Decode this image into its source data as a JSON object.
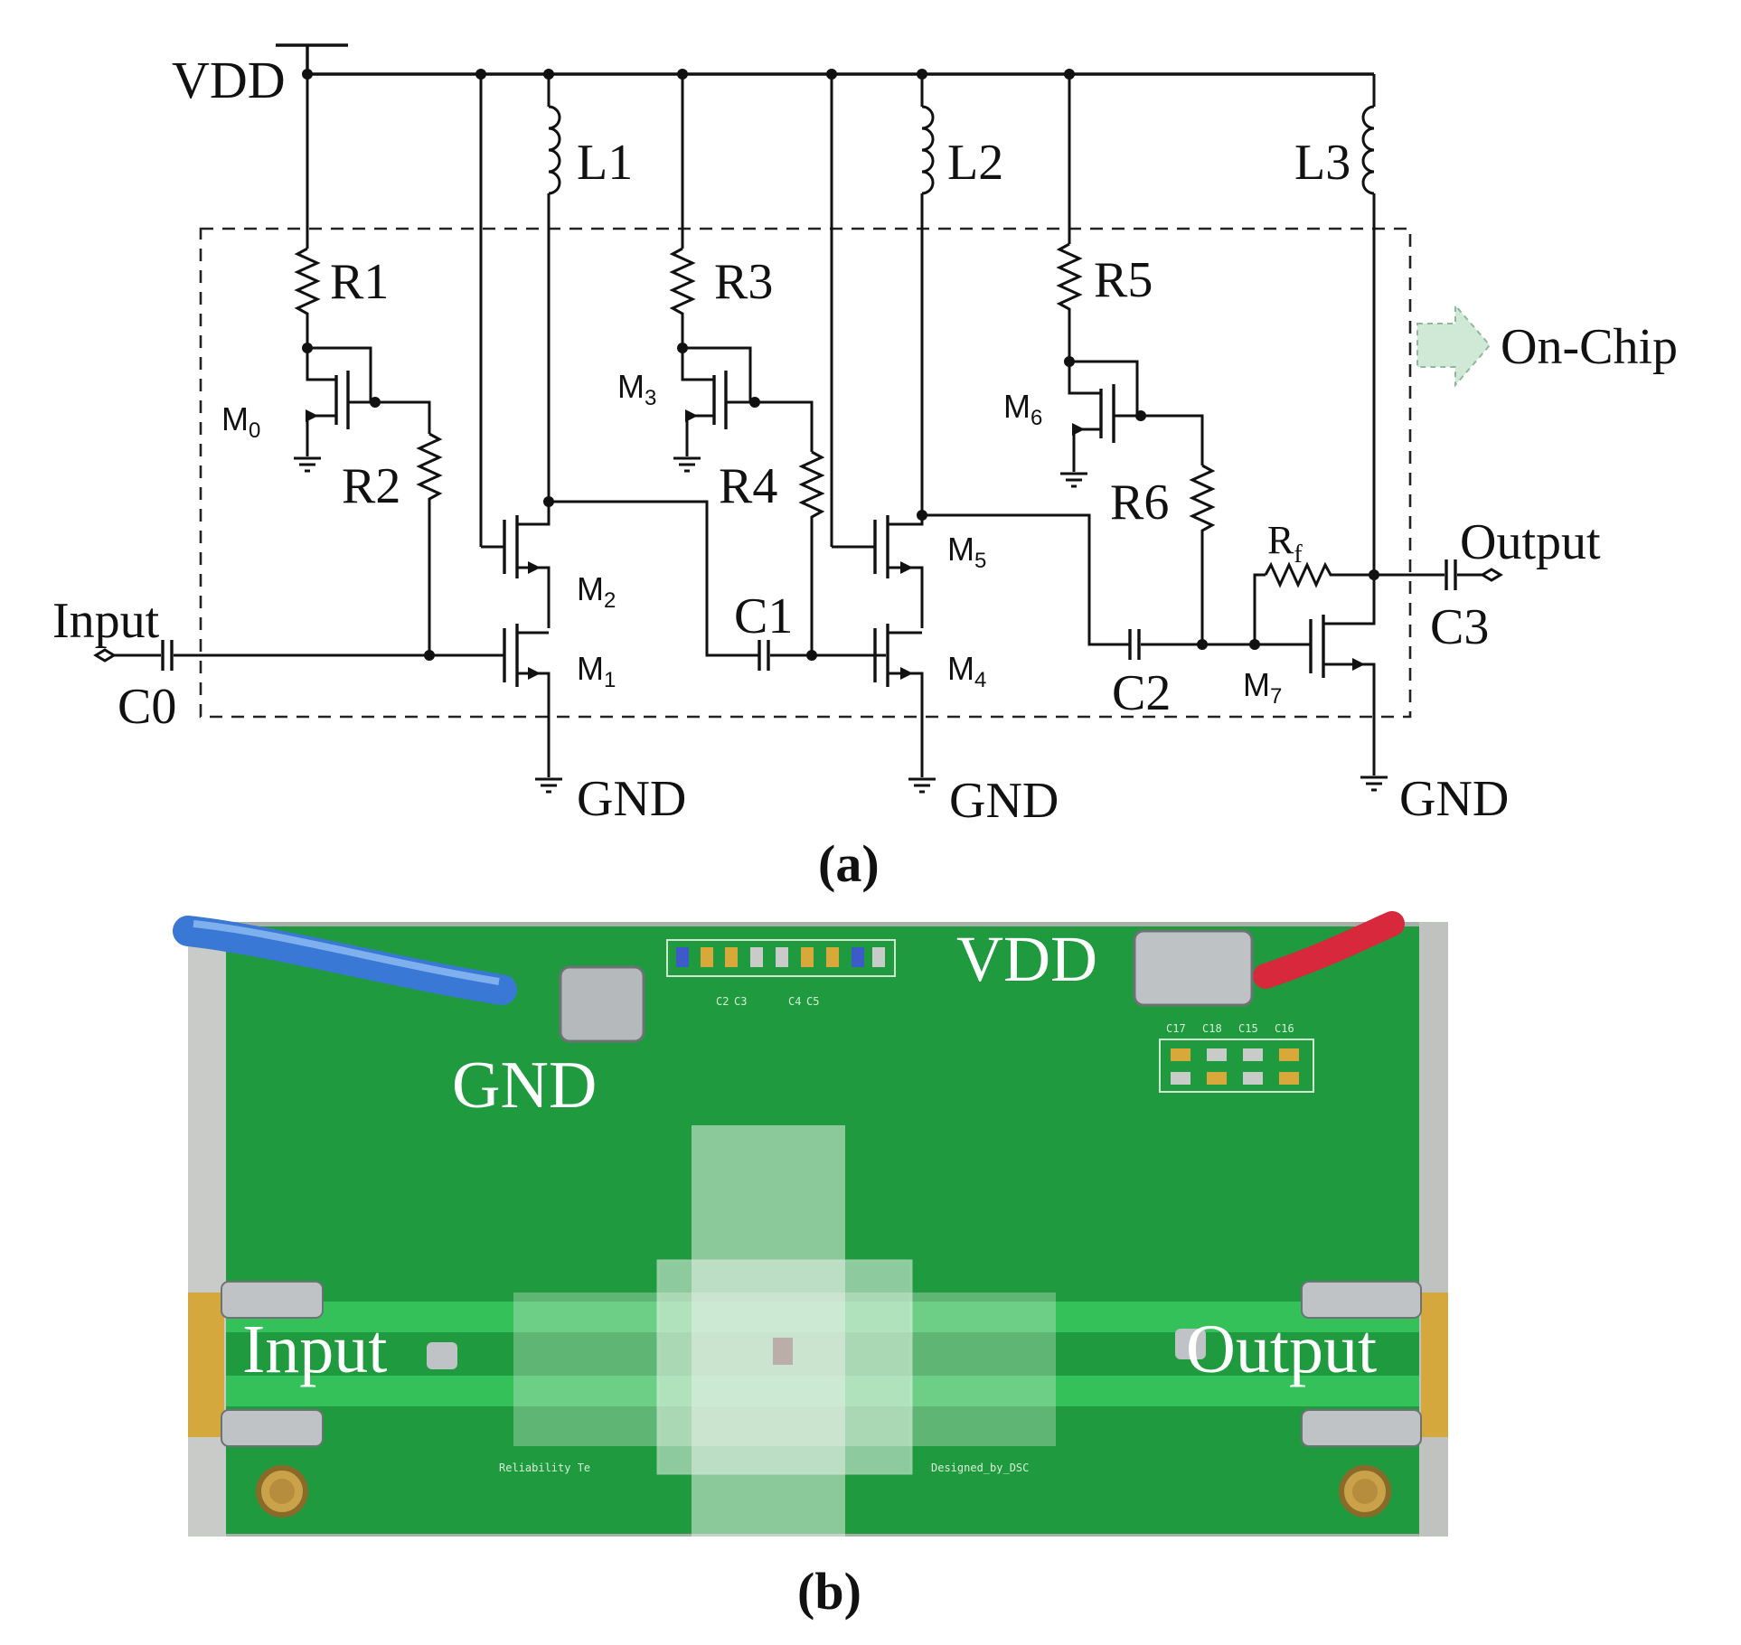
{
  "schematic": {
    "supply": "VDD",
    "input": "Input",
    "output": "Output",
    "on_chip": "On-Chip",
    "gnd": [
      "GND",
      "GND",
      "GND"
    ],
    "inductors": [
      "L1",
      "L2",
      "L3"
    ],
    "resistors": [
      "R1",
      "R2",
      "R3",
      "R4",
      "R5",
      "R6"
    ],
    "feedback_resistor": {
      "base": "R",
      "sub": "f"
    },
    "capacitors": [
      "C0",
      "C1",
      "C2",
      "C3"
    ],
    "transistors": [
      {
        "base": "M",
        "sub": "0"
      },
      {
        "base": "M",
        "sub": "1"
      },
      {
        "base": "M",
        "sub": "2"
      },
      {
        "base": "M",
        "sub": "3"
      },
      {
        "base": "M",
        "sub": "4"
      },
      {
        "base": "M",
        "sub": "5"
      },
      {
        "base": "M",
        "sub": "6"
      },
      {
        "base": "M",
        "sub": "7"
      }
    ],
    "caption": "(a)"
  },
  "pcb_photo": {
    "gnd": "GND",
    "vdd": "VDD",
    "input": "Input",
    "output": "Output",
    "silkscreen_caps_left": [
      "C2",
      "C3",
      "C4",
      "C5"
    ],
    "silkscreen_caps_right": [
      "C17",
      "C18",
      "C15",
      "C16"
    ],
    "silkscreen_text_left": "Reliability Te",
    "silkscreen_text_right": "Designed_by_DSC",
    "caption": "(b)"
  },
  "colors": {
    "pcb_green": "#1f9a3f",
    "trace_green": "#34c15a",
    "arrow_fill": "#cfe9d6",
    "gnd_wire": "#3a78d6",
    "vdd_wire": "#d8283c"
  }
}
